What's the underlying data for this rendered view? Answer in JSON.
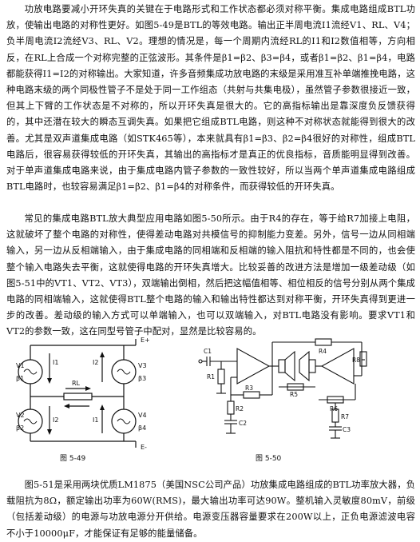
{
  "paragraphs": [
    "功放电路要减小开环失真的关键在于电路形式和工作状态都必须对称平衡。集成电路组成BTL功放，使输出电路的对称性更好。如图5-49是BTL的等效电路。输出正半周电流I1流经V1、RL、V4；负半周电流I2流经V3、RL、V2。理想的情况是，每一个周期内流经RL的I1和I2数值相等，方向相反，在RL上合成一个对称完整的正弦波形。其条件是β1=β2、β3=β4，或者β1=β2、β1=β4，电路都能获得I1=I2的对称输出。大家知道，许多音频集成功放电路的末级是采用准互补单端推挽电路，这种电路末级的两个同极性管子不是处于同一工作组态（共射与共集电极），虽然管子参数很接近一致，但其上下臂的工作状态是不对称的，所以开环失真是很大的。它的高指标输出是靠深度负反馈获得的，其中还潜在较大的瞬态互调失真。如果把它组成BTL电路，则这种不对称状态就能得到很大的改善。尤其是双声道集成电路（如STK465等），本来就具有β1=β3、β2=β4很好的对称性，组成BTL电路后，很容易获得较低的开环失真，其输出的高指标才是真正的优良指标，音质能明显得到改善。对于单声道集成电路来说，由于集成电路内管子参数的一致性较好，所以当两个单声道集成电路组成BTL电路时，也较容易满足β1=β2、β1=β4的对称条件，而获得较低的开环失真。",
    "常见的集成电路BTL放大典型应用电路如图5-50所示。由于R4的存在，等于给R7加接上电阻，这就破坏了整个电路的对称性，使得差动电路对共模信号的抑制能力变差。另外，信号一边从同相端输入，另一边从反相端输入，由于集成电路的同相端和反相端的输入阻抗和特性都是不同的，也会使整个输入电路失去平衡，这就使得电路的开环失真增大。比较妥善的改进方法是增加一级差动级（如图5-51中的VT1、VT2、VT3），双端输出倒相，然后把这幅值相等、相位相反的信号分别从两个集成电路的同相端输入，这就使得BTL整个电路的输入和输出特性都达到对称平衡，开环失真得到更进一步的改善。差动级的输入方式可以单端输入，也可以双端输入，对BTL电路没有影响。要求VT1和VT2的参数一致，这在同型号管子中配对，显然是比较容易的。",
    "图5-51是采用两块优质LM1875（美国NSC公司产品）功放集成电路组成的BTL功率放大器，负载阻抗为8Ω，额定输出功率为60W(RMS)，最大输出功率可达90W。整机输入灵敏度80mV，前级（包括差动级）的电源与功放电源分开供给。电源变压器容量要求在200W以上，正负电源滤波电容不小于10000μF，才能保证有足够的能量储备。"
  ],
  "fig549": {
    "caption": "图 5-49",
    "labels": {
      "v1": "V1",
      "b1": "β1",
      "v2": "V2",
      "b2": "β2",
      "v3": "V3",
      "b3": "β3",
      "v4": "V4",
      "b4": "β4",
      "i1a": "I1",
      "i1b": "I1",
      "i2a": "I2",
      "i2b": "I2",
      "rl": "RL",
      "ep": "E+",
      "em": "E-"
    }
  },
  "fig550": {
    "caption": "图 5-50",
    "labels": {
      "c1": "C1",
      "r1": "R1",
      "r2": "R2",
      "r3": "R3",
      "r4": "R4",
      "r5": "R5",
      "r6": "R6",
      "r7": "R7",
      "r8": "R8",
      "c2": "C2",
      "c3": "C3"
    }
  }
}
